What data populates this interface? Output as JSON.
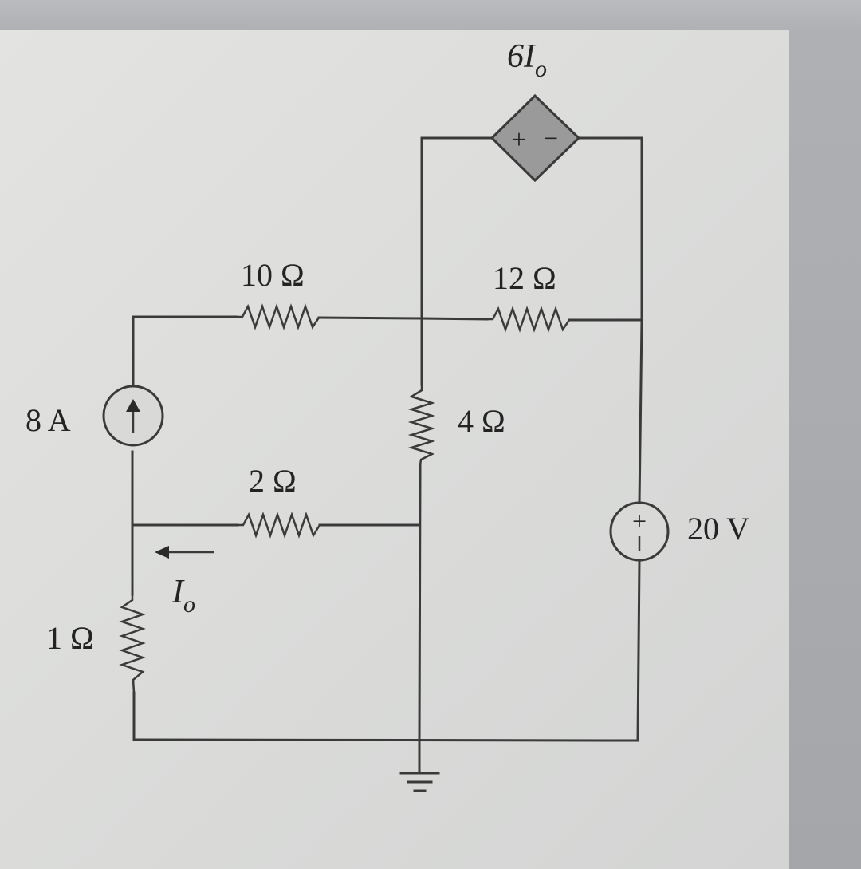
{
  "diagram": {
    "type": "electric-circuit",
    "components": {
      "dependent_source": {
        "label_coef": "6",
        "label_var": "I",
        "label_sub": "o",
        "plus": "+",
        "minus": "−"
      },
      "r10": {
        "label": "10 Ω"
      },
      "r12": {
        "label": "12 Ω"
      },
      "r4": {
        "label": "4 Ω"
      },
      "r2": {
        "label": "2 Ω"
      },
      "r1": {
        "label": "1 Ω"
      },
      "current_source": {
        "label": "8 A"
      },
      "voltage_source": {
        "label": "20 V",
        "plus": "+",
        "minus": "−"
      },
      "current_io": {
        "var": "I",
        "sub": "o"
      }
    }
  },
  "colors": {
    "wire": "#3a3a3a",
    "dependent_source_fill": "#9a9a9a",
    "paper": "#dcdddb"
  }
}
